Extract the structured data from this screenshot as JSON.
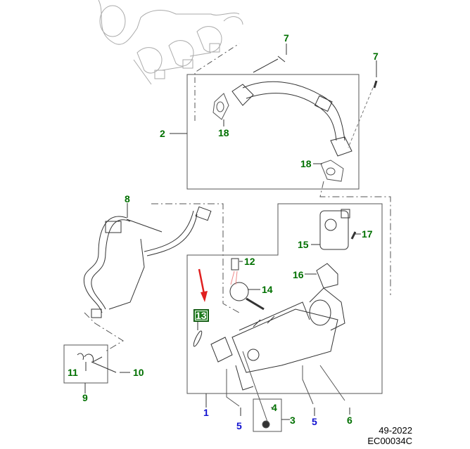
{
  "diagram": {
    "title": "EGR system exploded parts diagram",
    "colors": {
      "callout_green": "#007000",
      "callout_blue": "#1010d0",
      "highlight_bg": "#1c7a1c",
      "arrow_red": "#e02020",
      "line": "#555555"
    },
    "callouts": [
      {
        "id": "c1",
        "label": "1",
        "color": "blue"
      },
      {
        "id": "c2",
        "label": "2",
        "color": "green"
      },
      {
        "id": "c3",
        "label": "3",
        "color": "green"
      },
      {
        "id": "c4",
        "label": "4",
        "color": "green"
      },
      {
        "id": "c5a",
        "label": "5",
        "color": "blue"
      },
      {
        "id": "c5b",
        "label": "5",
        "color": "blue"
      },
      {
        "id": "c6",
        "label": "6",
        "color": "green"
      },
      {
        "id": "c7a",
        "label": "7",
        "color": "green"
      },
      {
        "id": "c7b",
        "label": "7",
        "color": "green"
      },
      {
        "id": "c8",
        "label": "8",
        "color": "green"
      },
      {
        "id": "c9",
        "label": "9",
        "color": "green"
      },
      {
        "id": "c10",
        "label": "10",
        "color": "green"
      },
      {
        "id": "c11",
        "label": "11",
        "color": "green"
      },
      {
        "id": "c12",
        "label": "12",
        "color": "green"
      },
      {
        "id": "c13",
        "label": "13",
        "color": "highlight"
      },
      {
        "id": "c14",
        "label": "14",
        "color": "green"
      },
      {
        "id": "c15",
        "label": "15",
        "color": "green"
      },
      {
        "id": "c16",
        "label": "16",
        "color": "green"
      },
      {
        "id": "c17",
        "label": "17",
        "color": "green"
      },
      {
        "id": "c18a",
        "label": "18",
        "color": "green"
      },
      {
        "id": "c18b",
        "label": "18",
        "color": "green"
      }
    ],
    "highlighted_part": "13",
    "reference": {
      "date_code": "49-2022",
      "illustration_code": "EC00034C"
    }
  }
}
